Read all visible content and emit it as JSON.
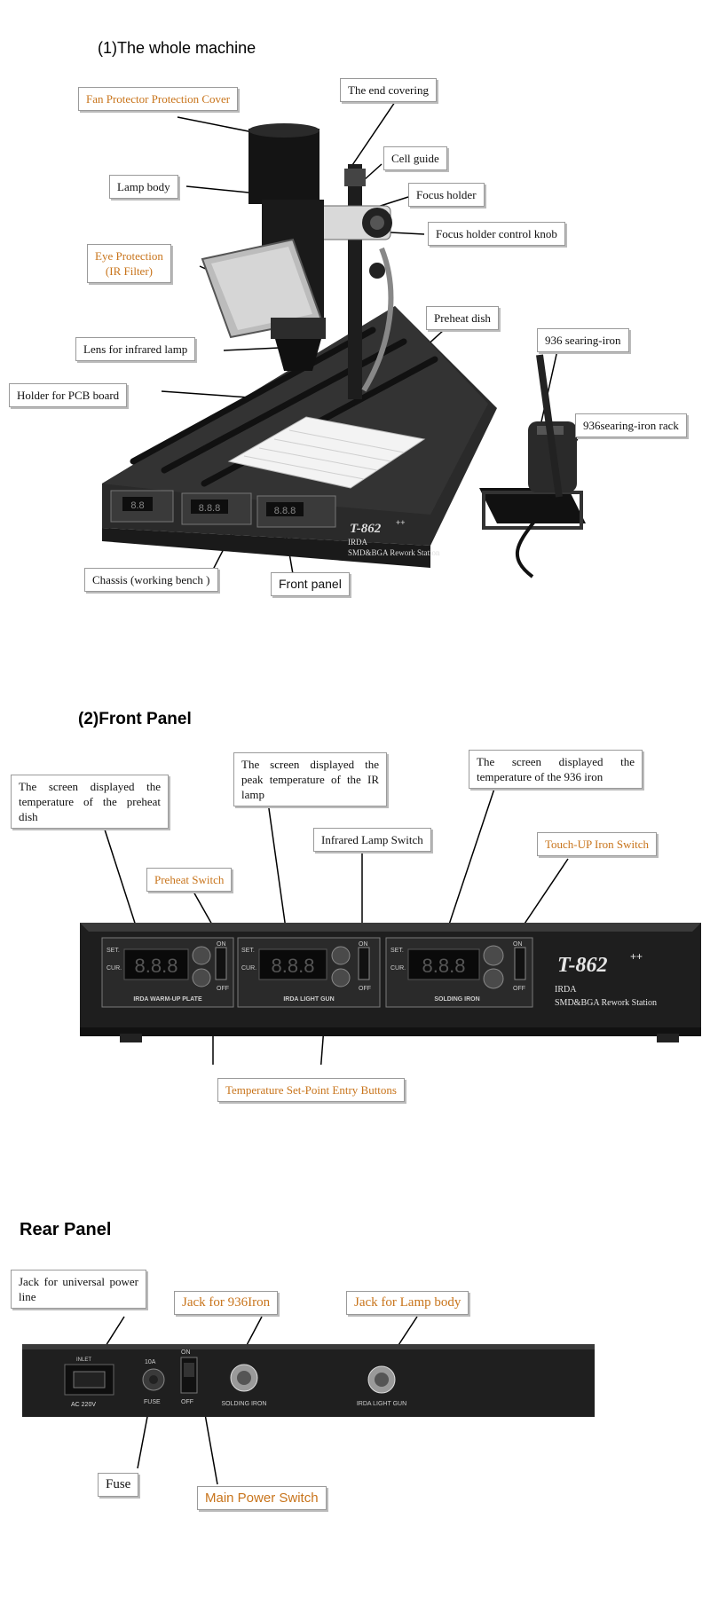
{
  "section1": {
    "title": "(1)The whole machine",
    "labels": {
      "fan_protector": "Fan Protector Protection Cover",
      "end_covering": "The end covering",
      "cell_guide": "Cell guide",
      "lamp_body": "Lamp body",
      "focus_holder": "Focus holder",
      "focus_knob": "Focus holder control knob",
      "eye_protection": "Eye Protection",
      "ir_filter": "(IR Filter)",
      "preheat_dish": "Preheat dish",
      "iron_936": "936 searing-iron",
      "lens": "Lens for infrared lamp",
      "pcb_holder": "Holder for PCB board",
      "iron_rack": "936searing-iron rack",
      "chassis": "Chassis (working bench )",
      "front_panel": "Front panel"
    },
    "machine": {
      "brand": "T-862",
      "brand_sup": "++",
      "line1": "IRDA",
      "line2": "SMD&BGA Rework Station",
      "display_left": "8.8",
      "display_mid": "8.8.8",
      "display_right": "8.8.8"
    }
  },
  "section2": {
    "title": "(2)Front Panel",
    "labels": {
      "screen_preheat": "The screen displayed the temperature of the preheat dish",
      "screen_peak": "The screen displayed the peak temperature of the IR lamp",
      "screen_936": "The screen displayed the temperature of the 936 iron",
      "preheat_switch": "Preheat Switch",
      "ir_switch": "Infrared Lamp Switch",
      "touchup_switch": "Touch-UP Iron Switch",
      "setpoint_buttons": "Temperature Set-Point Entry Buttons"
    },
    "panel": {
      "set": "SET.",
      "cur": "CUR.",
      "on": "ON",
      "off": "OFF",
      "display": "8.8.8",
      "name_left": "IRDA WARM-UP PLATE",
      "name_mid": "IRDA LIGHT GUN",
      "name_right": "SOLDING IRON",
      "brand": "T-862",
      "brand_sup": "++",
      "line1": "IRDA",
      "line2": "SMD&BGA Rework Station"
    }
  },
  "section3": {
    "title": "Rear Panel",
    "labels": {
      "power_jack": "Jack for universal power line",
      "jack_936": "Jack for 936Iron",
      "jack_lamp": "Jack for Lamp body",
      "fuse": "Fuse",
      "main_switch": "Main Power Switch"
    },
    "panel": {
      "inlet": "INLET",
      "ac": "AC 220V",
      "fuse_rating": "10A",
      "fuse_label": "FUSE",
      "on": "ON",
      "off": "OFF",
      "solding": "SOLDING IRON",
      "lightgun": "IRDA LIGHT GUN"
    }
  }
}
